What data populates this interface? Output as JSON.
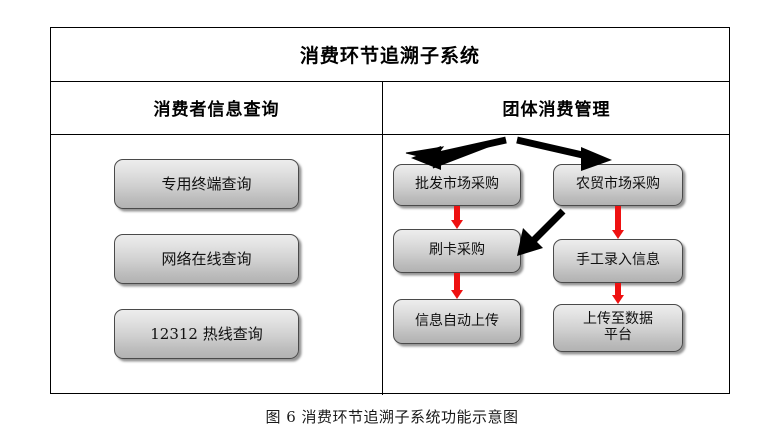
{
  "figure": {
    "title": "消费环节追溯子系统",
    "caption": "图 6  消费环节追溯子系统功能示意图",
    "columns": [
      {
        "header": "消费者信息查询"
      },
      {
        "header": "团体消费管理"
      }
    ],
    "left_column": {
      "header": "消费者信息查询",
      "nodes": [
        {
          "label": "专用终端查询"
        },
        {
          "label": "网络在线查询"
        },
        {
          "label": "12312 热线查询"
        }
      ]
    },
    "right_column": {
      "header": "团体消费管理",
      "branch_left": [
        {
          "label": "批发市场采购"
        },
        {
          "label": "刷卡采购"
        },
        {
          "label": "信息自动上传"
        }
      ],
      "branch_right": [
        {
          "label": "农贸市场采购"
        },
        {
          "label": "手工录入信息"
        },
        {
          "label": "上传至数据\n平台"
        }
      ],
      "upload_platform_line1": "上传至数据",
      "upload_platform_line2": "平台"
    }
  },
  "colors": {
    "arrow_red": "#ee1111",
    "arrow_black": "#000000",
    "box_border": "#4a4a4a",
    "box_gradient_top": "#ededed",
    "box_gradient_bottom": "#b2b2b2",
    "table_border": "#000000",
    "page_background": "#ffffff"
  },
  "icons": {
    "split_arrow_left": "arrow-left-icon",
    "split_arrow_right": "arrow-right-icon",
    "cross_arrow": "arrow-down-left-icon",
    "flow_arrow": "arrow-down-icon"
  }
}
